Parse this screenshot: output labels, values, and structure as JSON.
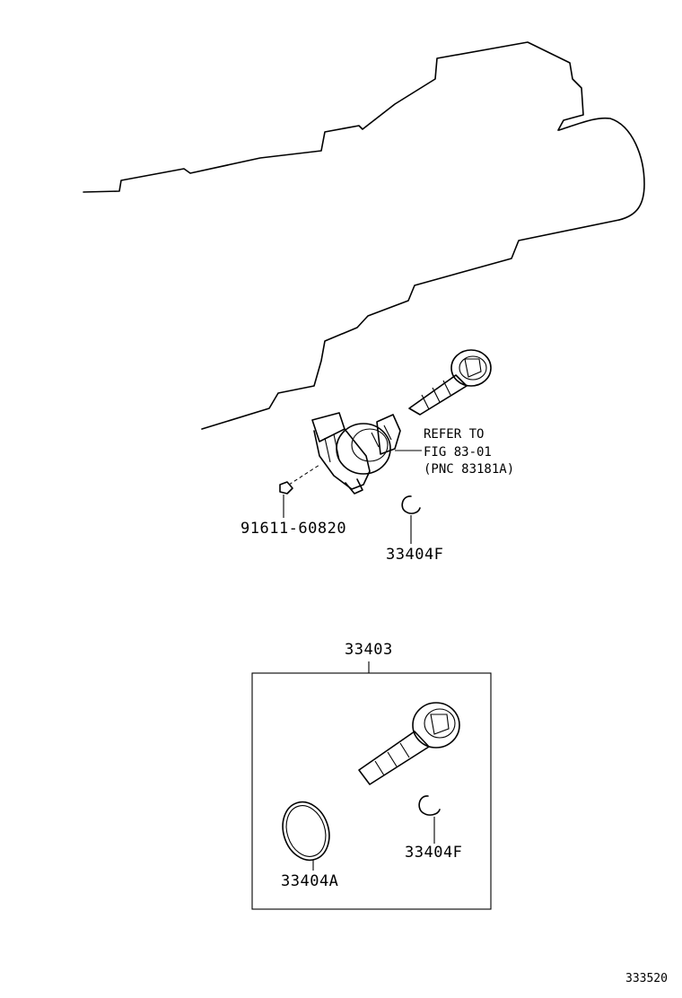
{
  "callouts": {
    "bolt_part": "91611-60820",
    "clip_top": "33404F",
    "kit": "33403",
    "clip_kit": "33404F",
    "oring_kit": "33404A"
  },
  "note": {
    "line1": "REFER TO",
    "line2": "FIG 83-01",
    "line3": "(PNC 83181A)"
  },
  "illustration_code": "333520"
}
